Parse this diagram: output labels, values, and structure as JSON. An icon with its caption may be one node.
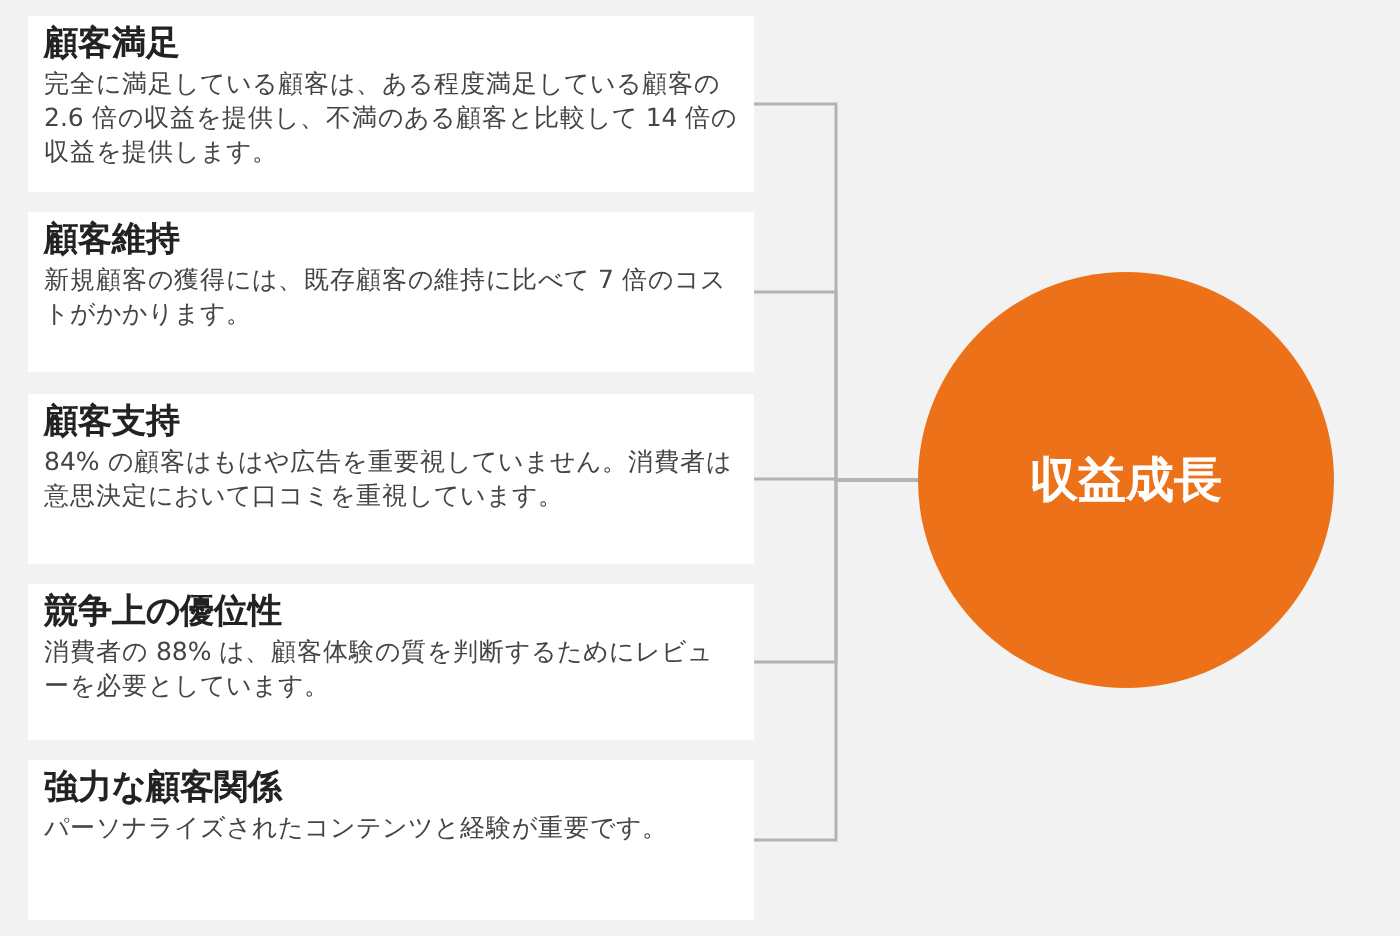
{
  "diagram": {
    "nodes": [
      {
        "text": [
          "顧客満足",
          "完全に満足している顧客は、ある程度満足している顧客の 2.6 倍の収益を提供し、不満のある顧客と比較して 14 倍の収益を提供します。"
        ]
      },
      {
        "text": [
          "顧客維持",
          "新規顧客の獲得には、既存顧客の維持に比べて 7 倍のコストがかかります。"
        ]
      },
      {
        "text": [
          "顧客支持",
          "84% の顧客はもはや広告を重要視していません。消費者は意思決定において口コミを重視しています。"
        ]
      },
      {
        "text": [
          "競争上の優位性",
          "消費者の 88% は、顧客体験の質を判断するためにレビューを必要としています。"
        ]
      },
      {
        "text": [
          "強力な顧客関係",
          "パーソナライズされたコンテンツと経験が重要です。"
        ]
      },
      {
        "text": [
          "収益成長"
        ]
      }
    ],
    "edges": [
      {
        "from": 0,
        "to": 5,
        "arrow": "none"
      },
      {
        "from": 1,
        "to": 5,
        "arrow": "none"
      },
      {
        "from": 2,
        "to": 5,
        "arrow": "none"
      },
      {
        "from": 3,
        "to": 5,
        "arrow": "none"
      },
      {
        "from": 4,
        "to": 5,
        "arrow": "none"
      }
    ]
  }
}
